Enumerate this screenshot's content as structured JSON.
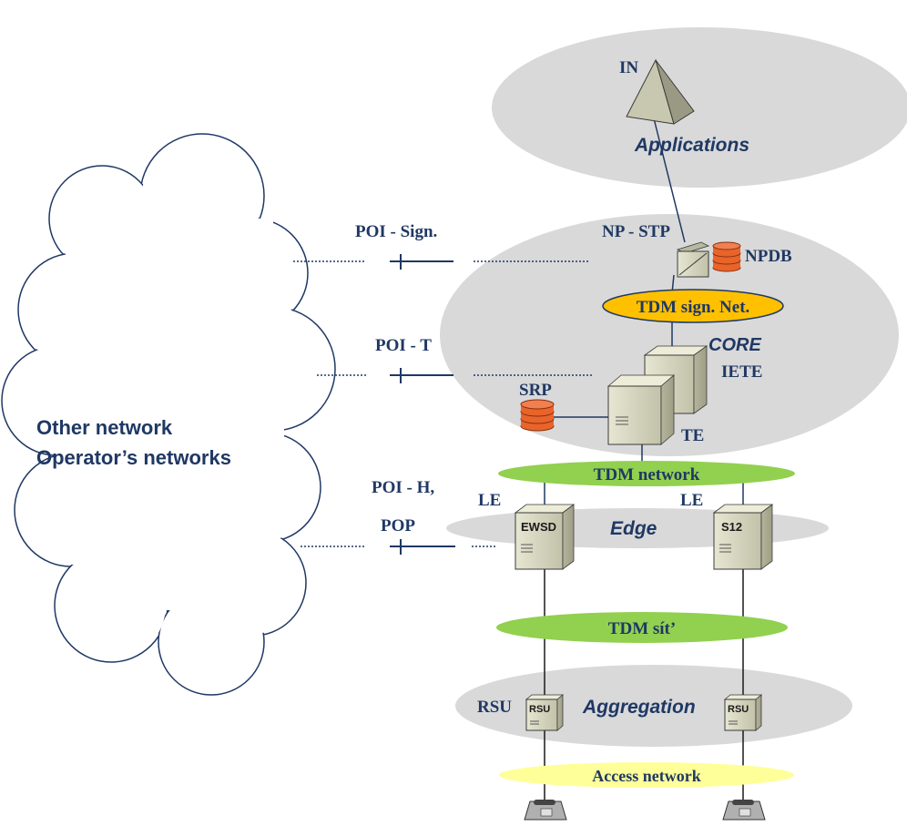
{
  "cloud": {
    "line1": "Other network",
    "line2": "Operator’s networks"
  },
  "layers": {
    "applications": "Applications",
    "core": "CORE",
    "edge": "Edge",
    "aggregation": "Aggregation"
  },
  "nodes": {
    "in": "IN",
    "np_stp": "NP - STP",
    "npdb": "NPDB",
    "iete": "IETE",
    "te": "TE",
    "srp": "SRP",
    "le_left": "LE",
    "le_right": "LE",
    "ewsd": "EWSD",
    "s12": "S12",
    "rsu_label": "RSU",
    "rsu_box_left": "RSU",
    "rsu_box_right": "RSU"
  },
  "networks": {
    "tdm_sign": "TDM sign. Net.",
    "tdm_network": "TDM network",
    "tdm_sit": "TDM sít’",
    "access": "Access network"
  },
  "interconnects": {
    "poi_sign": "POI - Sign.",
    "poi_t": "POI - T",
    "poi_h": "POI - H,",
    "pop": "POP"
  },
  "colors": {
    "text": "#1f3864",
    "ellipse_gray": "#d9d9d9",
    "green": "#92d050",
    "yellow": "#ffc000",
    "access_yellow": "#ffff99",
    "equipment": "#d8d8c0",
    "database": "#e8642a"
  }
}
